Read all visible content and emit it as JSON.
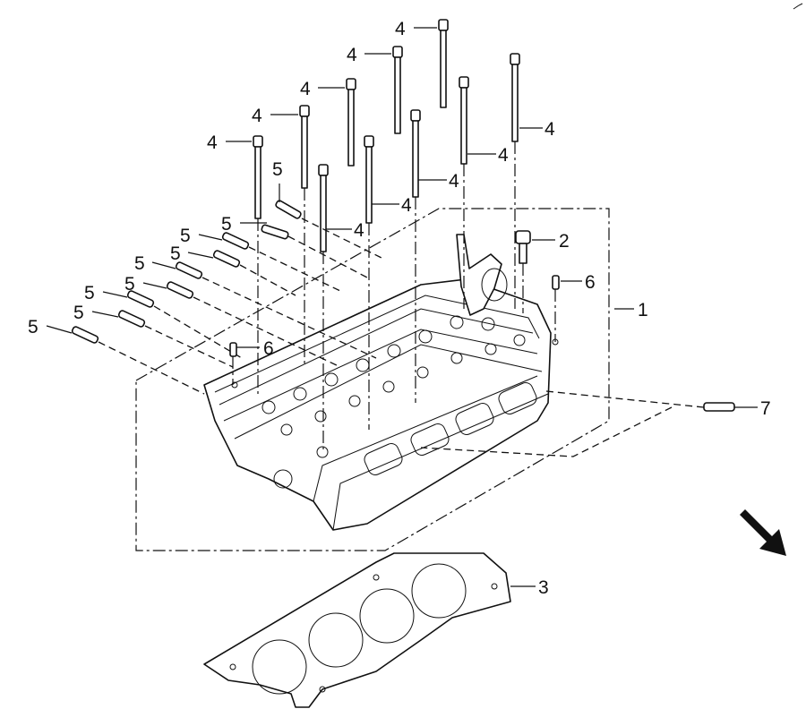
{
  "callouts": {
    "c1": "1",
    "c2": "2",
    "c3": "3",
    "c4": "4",
    "c5": "5",
    "c6": "6",
    "c7": "7"
  },
  "colors": {
    "line": "#111111",
    "watermark": "#bfbfbf",
    "background": "#ffffff"
  },
  "icons": {
    "direction": "front-direction-arrow-icon"
  }
}
